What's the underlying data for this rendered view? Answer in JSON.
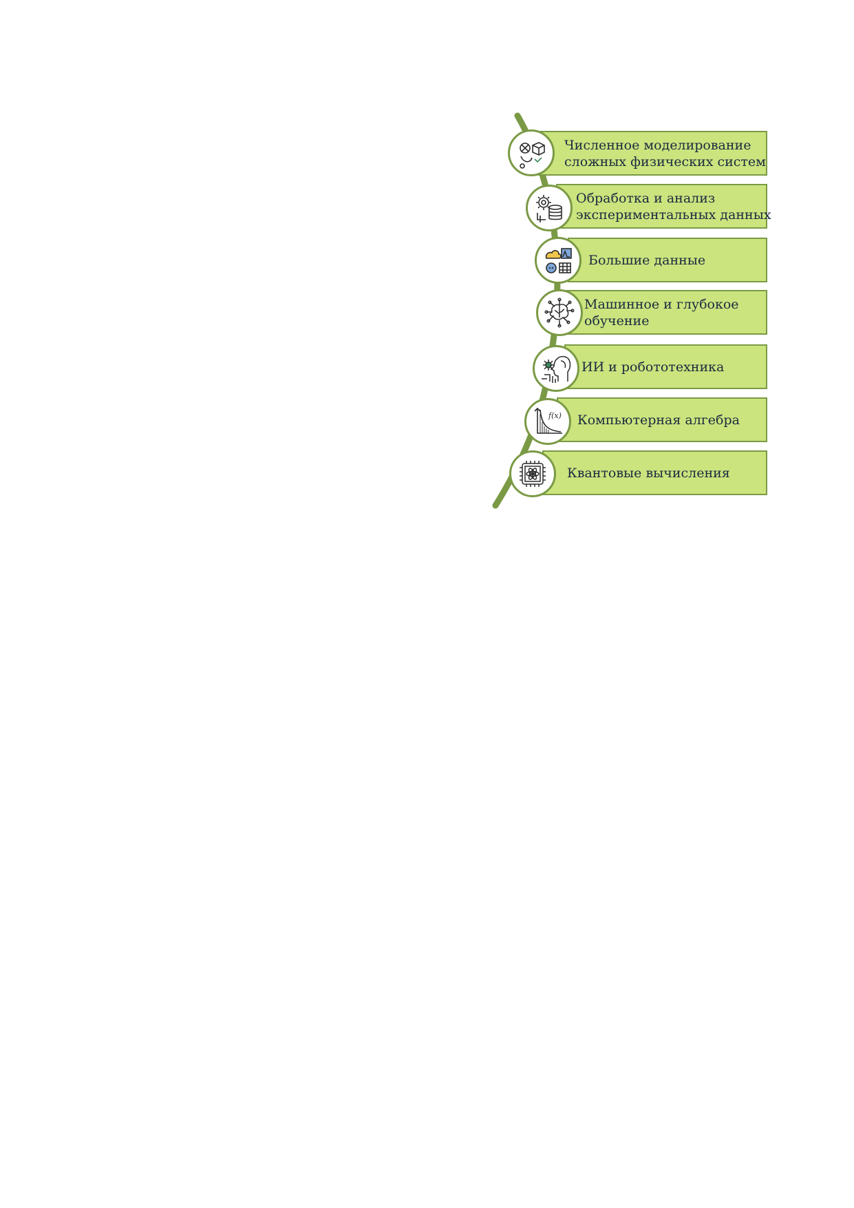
{
  "colors": {
    "spine": "#7a9a45",
    "box_fill": "#cbe47e",
    "box_border": "#7a9a45",
    "text": "#1c2a40",
    "icon_stroke": "#2b2b2b",
    "icon_accent": "#3a8a5a"
  },
  "items": [
    {
      "icon": "physics-simulation-icon",
      "lines": [
        "Численное моделирование",
        "сложных физических систем"
      ]
    },
    {
      "icon": "data-server-gear-icon",
      "lines": [
        "Обработка и анализ",
        "экспериментальных данных"
      ]
    },
    {
      "icon": "big-data-icon",
      "lines": [
        "Большие данные"
      ]
    },
    {
      "icon": "neural-brain-icon",
      "lines": [
        "Машинное и глубокое",
        "обучение"
      ]
    },
    {
      "icon": "ai-robot-head-icon",
      "lines": [
        "ИИ и робототехника"
      ]
    },
    {
      "icon": "function-graph-icon",
      "lines": [
        "Компьютерная алгебра"
      ]
    },
    {
      "icon": "quantum-chip-icon",
      "lines": [
        "Квантовые вычисления"
      ]
    }
  ]
}
